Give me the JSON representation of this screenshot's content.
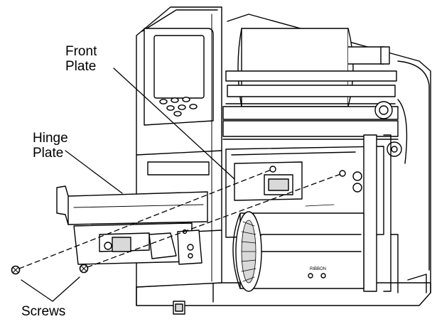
{
  "callouts": {
    "front_plate": {
      "line1": "Front",
      "line2": "Plate"
    },
    "hinge_plate": {
      "line1": "Hinge",
      "line2": "Plate"
    },
    "screws": "Screws"
  },
  "printer_markings": {
    "panel_label": "RIBBON"
  },
  "colors": {
    "line": "#000000",
    "fill": "#ffffff",
    "shade": "#d9d9d9",
    "dark": "#555555"
  }
}
